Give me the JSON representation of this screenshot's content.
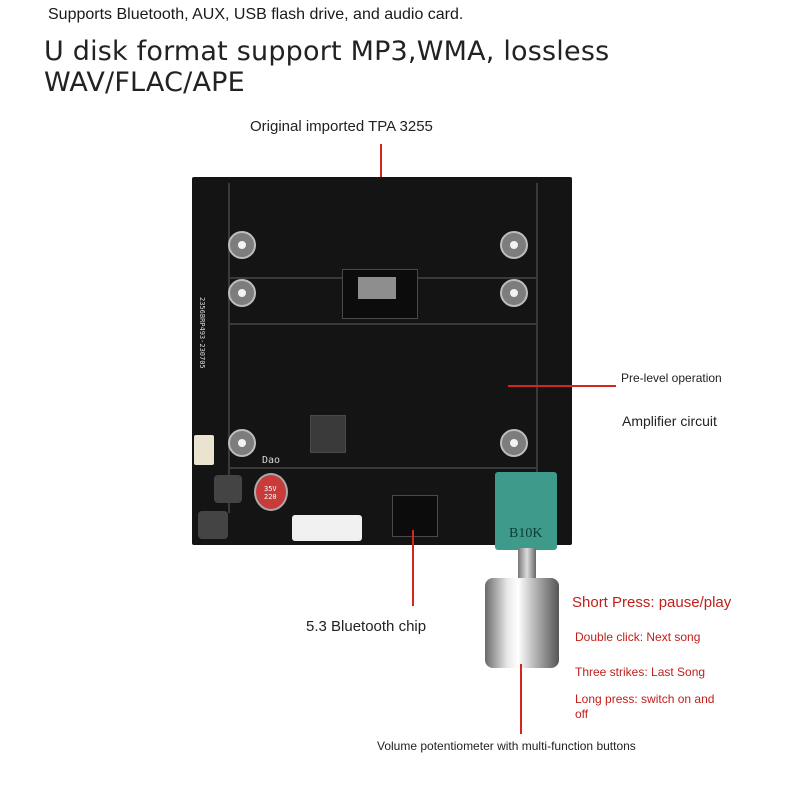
{
  "header": {
    "line1": "Supports Bluetooth, AUX, USB flash drive, and audio card.",
    "line2": "U disk format support MP3,WMA, lossless WAV/FLAC/APE"
  },
  "callouts": {
    "tpa": "Original imported TPA 3255",
    "pre_level": "Pre-level operation",
    "amplifier": "Amplifier circuit",
    "bluetooth_chip": "5.3 Bluetooth chip",
    "volume_pot": "Volume potentiometer with multi-function buttons"
  },
  "button_functions": {
    "short_press": "Short Press: pause/play",
    "double_click": "Double click: Next song",
    "three_strikes": "Three strikes: Last Song",
    "long_press": "Long press: switch on and off"
  },
  "board_text": {
    "pot_marking": "B10K",
    "pcb_id": "2356BRP493-230705",
    "tag": "Dao",
    "cap_marking": "35V 220"
  },
  "colors": {
    "accent_red": "#c0201a",
    "pcb": "#141414",
    "pot_teal": "#3e9a8a"
  }
}
